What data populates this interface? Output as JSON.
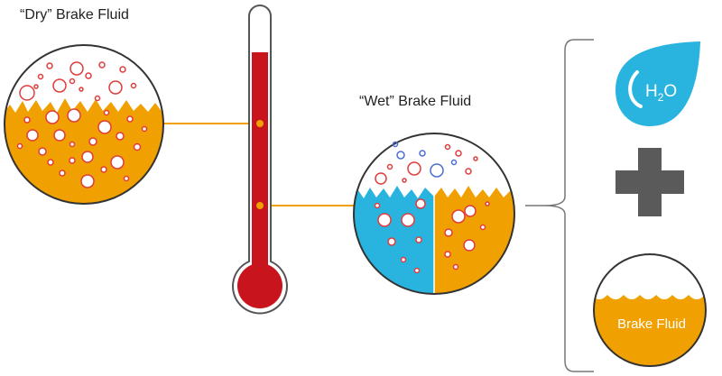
{
  "labels": {
    "dry": "“Dry” Brake Fluid",
    "wet": "“Wet” Brake Fluid",
    "water_formula_main": "H",
    "water_formula_sub": "2",
    "water_formula_end": "O",
    "fluid_jar": "Brake Fluid"
  },
  "colors": {
    "fluid": "#f0a000",
    "water": "#29b4e0",
    "thermometer_red": "#c8141c",
    "bubble_red": "#e03c3c",
    "bubble_blue": "#4a6fd0",
    "plus_gray": "#5a5a5a",
    "outline": "#333333"
  },
  "icons": {
    "water": "water-drop-icon",
    "plus": "plus-icon",
    "thermometer": "thermometer-icon"
  }
}
